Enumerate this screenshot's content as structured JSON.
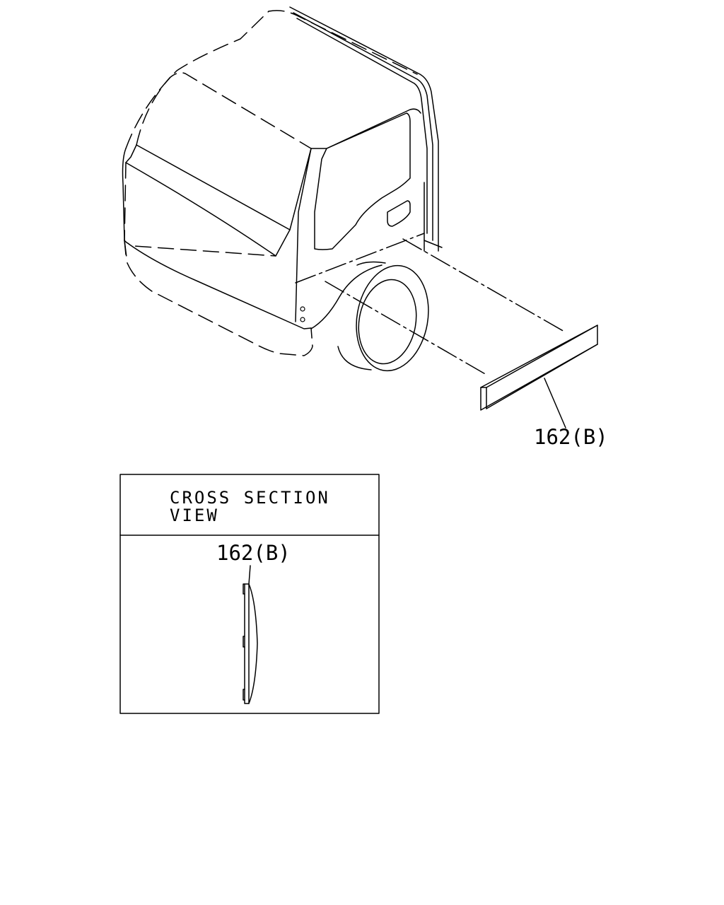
{
  "figure": {
    "part_callout": "162(B)",
    "section_box": {
      "title_line1": "CROSS SECTION",
      "title_line2": "VIEW",
      "part_callout": "162(B)"
    }
  }
}
